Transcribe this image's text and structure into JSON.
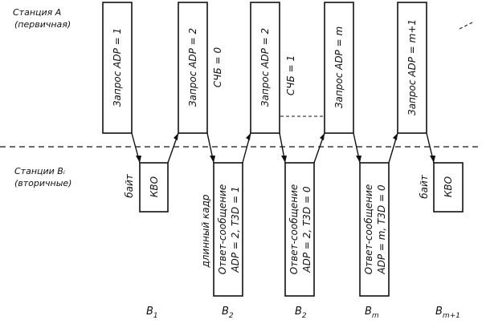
{
  "stations": {
    "primary_title": "Станция A",
    "primary_subtitle": "(первичная)",
    "secondary_title": "Станции Bᵢ",
    "secondary_subtitle": "(вторичные)"
  },
  "primary_frames": [
    "Запрос ADP = 1",
    "Запрос ADP = 2",
    "Запрос ADP = 2",
    "Запрос ADP = m",
    "Запрос ADP = m+1"
  ],
  "primary_annotations": [
    "СЧБ = 0",
    "СЧБ = 1"
  ],
  "secondary_frames": {
    "kvo_1": "КВО",
    "reply_1": [
      "Ответ-сообщение",
      "ADP = 2, Т3D = 1"
    ],
    "reply_2": [
      "Ответ-сообщение",
      "ADP = 2, Т3D = 0"
    ],
    "reply_3": [
      "Ответ-сообщение",
      "ADP = m, Т3D = 0"
    ],
    "kvo_2": "КВО"
  },
  "secondary_annotations": {
    "byte_1": "байт",
    "long_frame": "длинный кадр",
    "byte_2": "байт"
  },
  "bottom_labels": [
    {
      "main": "B",
      "sub": "1"
    },
    {
      "main": "B",
      "sub": "2"
    },
    {
      "main": "B",
      "sub": "2"
    },
    {
      "main": "B",
      "sub": "m"
    },
    {
      "main": "B",
      "sub": "m+1"
    }
  ]
}
